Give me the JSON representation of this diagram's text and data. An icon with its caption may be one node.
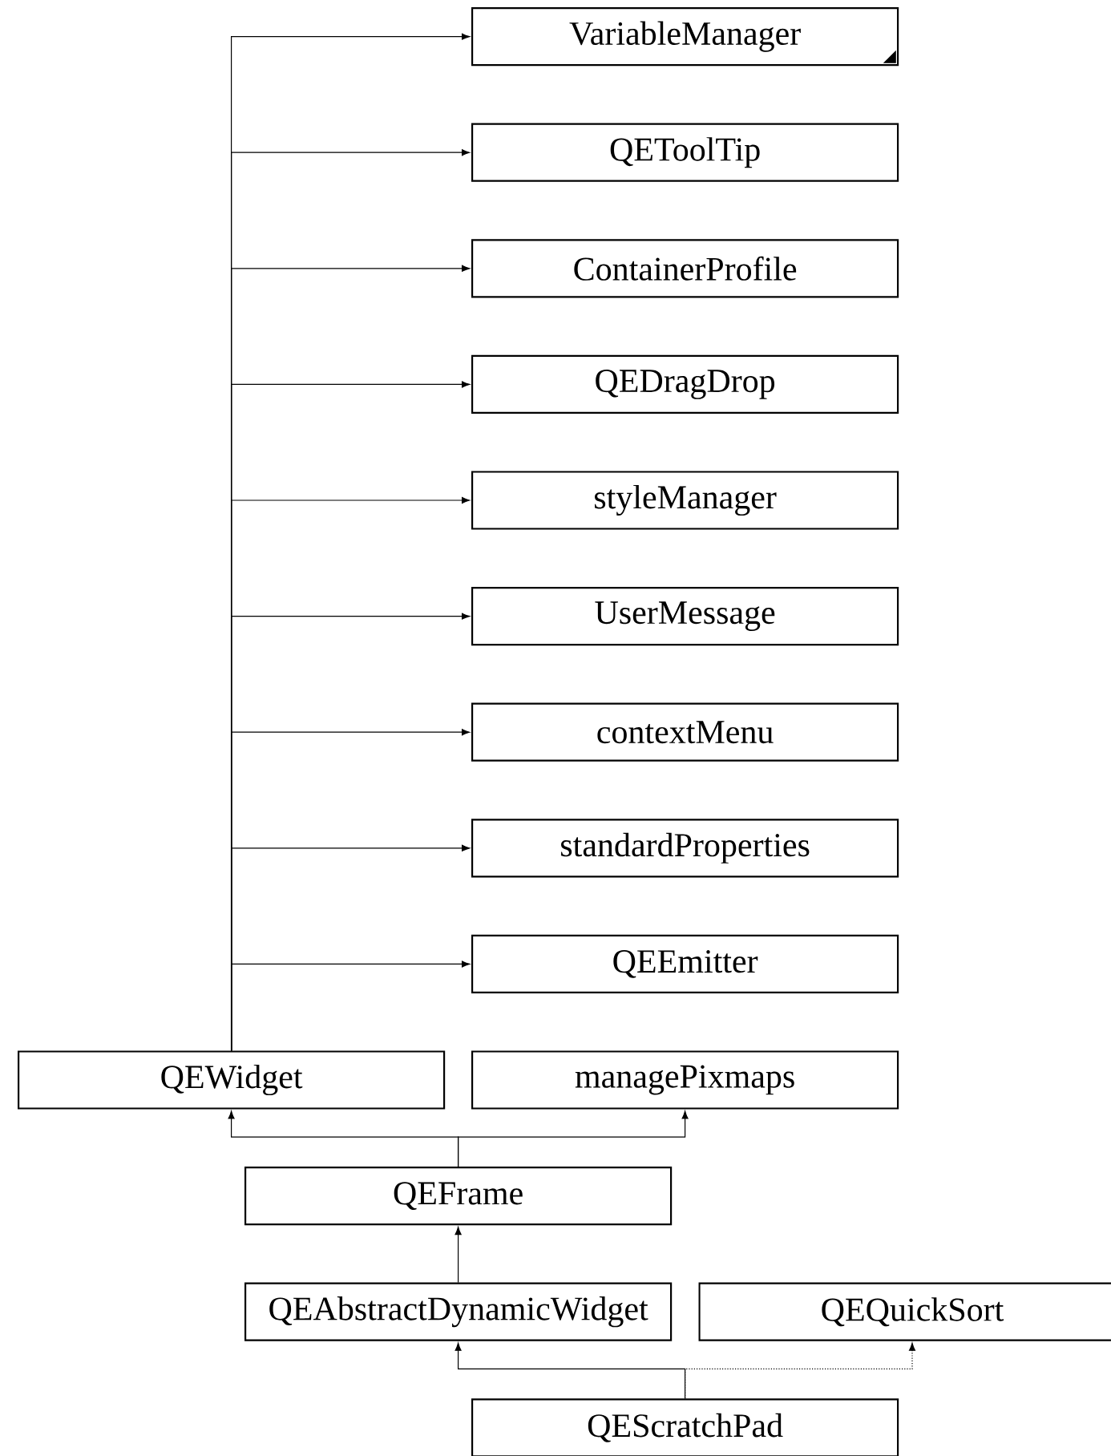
{
  "diagram": {
    "nodes": [
      {
        "text": [
          "VariableManager"
        ]
      },
      {
        "text": [
          "QEToolTip"
        ]
      },
      {
        "text": [
          "ContainerProfile"
        ]
      },
      {
        "text": [
          "QEDragDrop"
        ]
      },
      {
        "text": [
          "styleManager"
        ]
      },
      {
        "text": [
          "UserMessage"
        ]
      },
      {
        "text": [
          "contextMenu"
        ]
      },
      {
        "text": [
          "standardProperties"
        ]
      },
      {
        "text": [
          "QEEmitter"
        ]
      },
      {
        "text": [
          "QEWidget"
        ]
      },
      {
        "text": [
          "managePixmaps"
        ]
      },
      {
        "text": [
          "QEFrame"
        ]
      },
      {
        "text": [
          "QEAbstractDynamicWidget"
        ]
      },
      {
        "text": [
          "QEQuickSort"
        ]
      },
      {
        "text": [
          "QEScratchPad"
        ]
      }
    ],
    "edges": [
      {
        "from": 9,
        "to": 0,
        "arrow": "to"
      },
      {
        "from": 9,
        "to": 1,
        "arrow": "to"
      },
      {
        "from": 9,
        "to": 2,
        "arrow": "to"
      },
      {
        "from": 9,
        "to": 3,
        "arrow": "to"
      },
      {
        "from": 9,
        "to": 4,
        "arrow": "to"
      },
      {
        "from": 9,
        "to": 5,
        "arrow": "to"
      },
      {
        "from": 9,
        "to": 6,
        "arrow": "to"
      },
      {
        "from": 9,
        "to": 7,
        "arrow": "to"
      },
      {
        "from": 9,
        "to": 8,
        "arrow": "to"
      },
      {
        "from": 11,
        "to": 9,
        "arrow": "to"
      },
      {
        "from": 11,
        "to": 10,
        "arrow": "to"
      },
      {
        "from": 12,
        "to": 11,
        "arrow": "to"
      },
      {
        "from": 14,
        "to": 12,
        "arrow": "to"
      },
      {
        "from": 14,
        "to": 13,
        "arrow": "to",
        "style": "dashed"
      }
    ]
  }
}
